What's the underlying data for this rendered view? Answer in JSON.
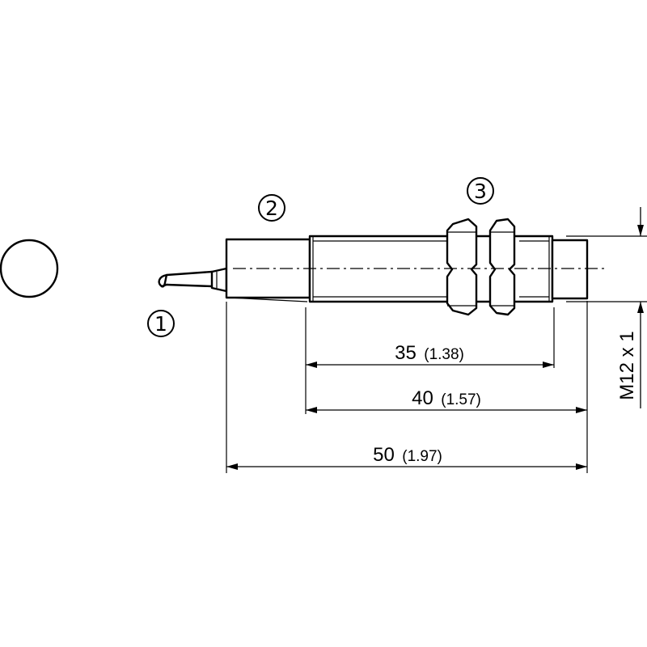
{
  "callouts": {
    "c1": "1",
    "c2": "2",
    "c3": "3"
  },
  "dimensions": {
    "d35": {
      "value": "35",
      "inch": "(1.38)"
    },
    "d40": {
      "value": "40",
      "inch": "(1.57)"
    },
    "d50": {
      "value": "50",
      "inch": "(1.97)"
    },
    "thread": "M12 x 1"
  }
}
